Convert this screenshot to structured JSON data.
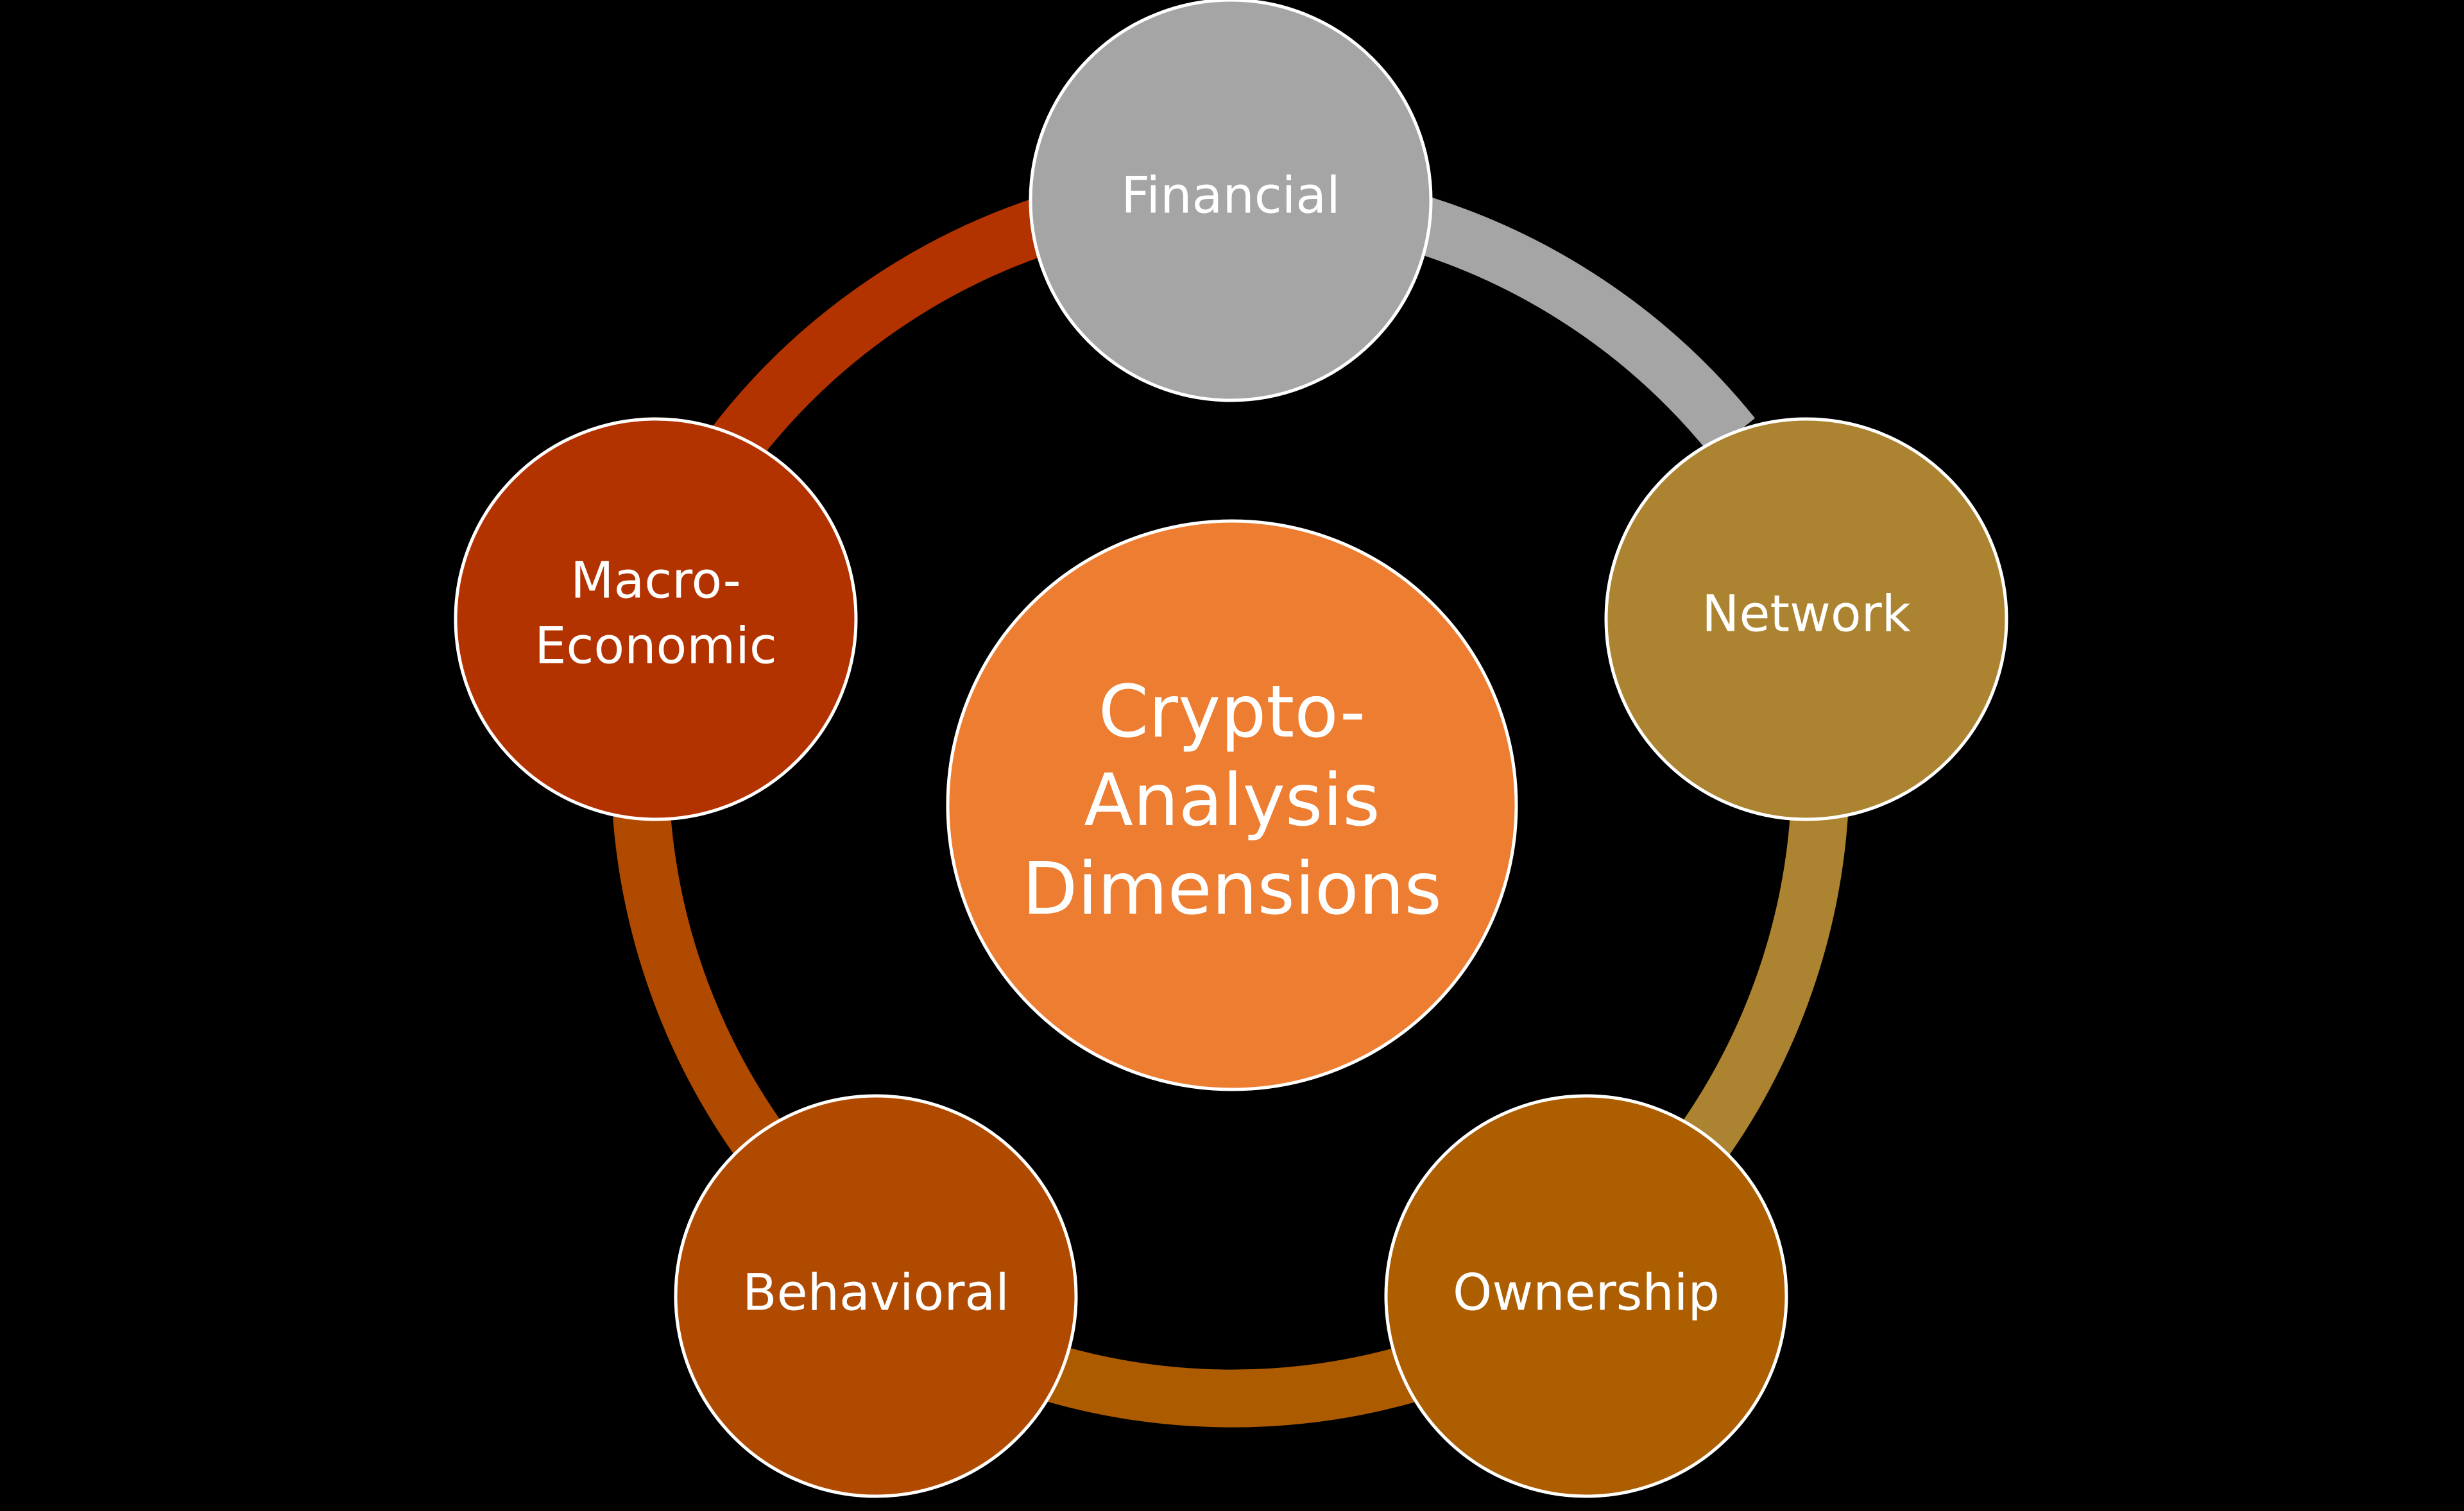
{
  "center": {
    "lines": [
      "Crypto-",
      "Analysis",
      "Dimensions"
    ],
    "color": "#ED7D31"
  },
  "ring_colors": {
    "financial_to_network": "#A5A5A5",
    "network_to_ownership": "#AC8331",
    "ownership_to_behavioral": "#AC5B00",
    "behavioral_to_macro": "#B04A00",
    "macro_to_financial": "#B33300"
  },
  "outline_color": "#FFFFFF",
  "nodes": [
    {
      "id": "financial",
      "lines": [
        "Financial"
      ],
      "color": "#A5A5A5"
    },
    {
      "id": "network",
      "lines": [
        "Network"
      ],
      "color": "#AC8331"
    },
    {
      "id": "ownership",
      "lines": [
        "Ownership"
      ],
      "color": "#AC5E00"
    },
    {
      "id": "behavioral",
      "lines": [
        "Behavioral"
      ],
      "color": "#B04A00"
    },
    {
      "id": "macro-economic",
      "lines": [
        "Macro-",
        "Economic"
      ],
      "color": "#B33300"
    }
  ]
}
